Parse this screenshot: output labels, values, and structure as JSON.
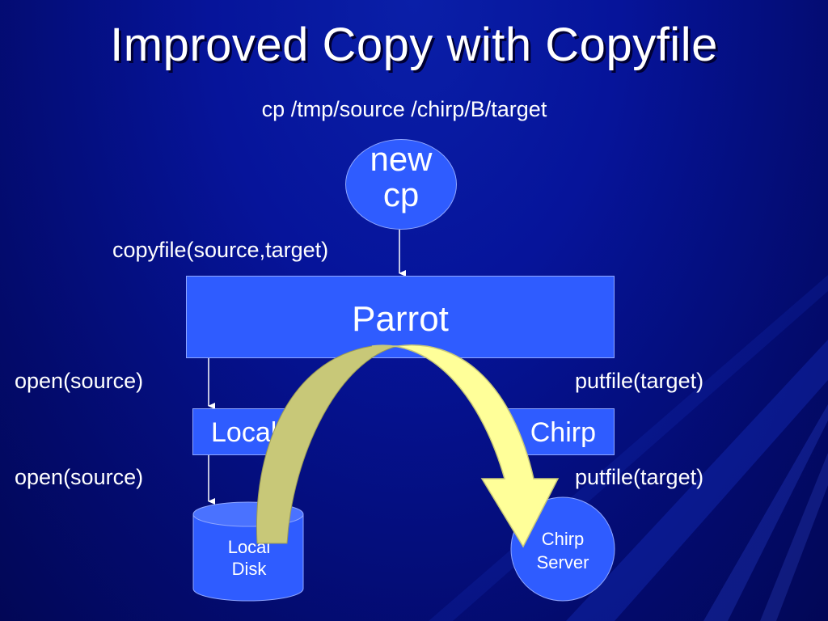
{
  "slide": {
    "title": "Improved Copy with Copyfile",
    "command": "cp /tmp/source /chirp/B/target"
  },
  "nodes": {
    "new_cp": {
      "line1": "new",
      "line2": "cp"
    },
    "parrot": "Parrot",
    "local": "Local",
    "chirp": "Chirp",
    "local_disk": {
      "line1": "Local",
      "line2": "Disk"
    },
    "chirp_server": {
      "line1": "Chirp",
      "line2": "Server"
    }
  },
  "edges": {
    "copyfile": "copyfile(source,target)",
    "open_source_upper": "open(source)",
    "putfile_target_upper": "putfile(target)",
    "open_source_lower": "open(source)",
    "putfile_target_lower": "putfile(target)"
  },
  "colors": {
    "background": "#06149a",
    "box_fill": "#2f5cff",
    "arrow_fill": "#ffff99",
    "arrow_shade": "#c8c878"
  }
}
